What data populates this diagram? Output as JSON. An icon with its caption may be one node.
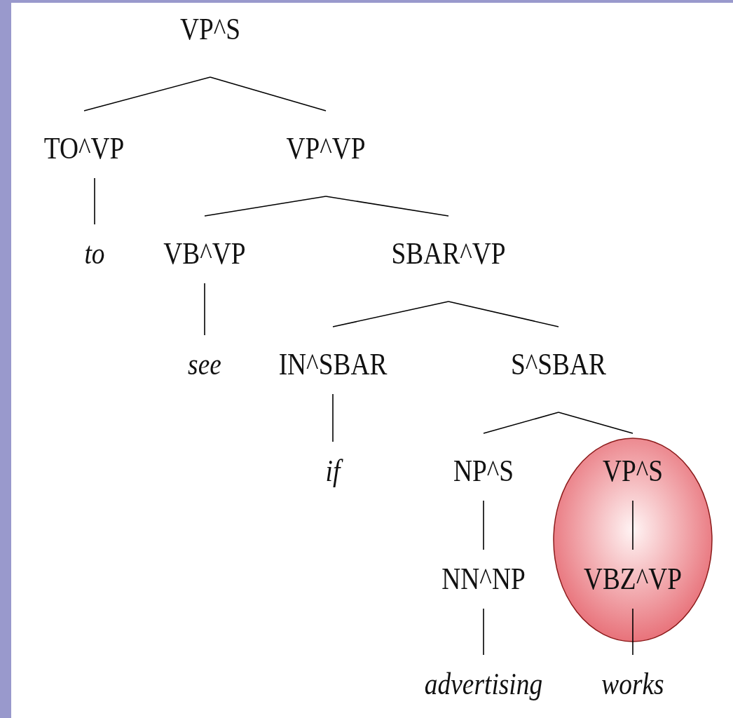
{
  "diagram": {
    "nodes": [
      {
        "text": [
          "VP^S"
        ]
      },
      {
        "text": [
          "TO^VP"
        ]
      },
      {
        "text": [
          "VP^VP"
        ]
      },
      {
        "text": [
          "to"
        ]
      },
      {
        "text": [
          "VB^VP"
        ]
      },
      {
        "text": [
          "SBAR^VP"
        ]
      },
      {
        "text": [
          "see"
        ]
      },
      {
        "text": [
          "IN^SBAR"
        ]
      },
      {
        "text": [
          "S^SBAR"
        ]
      },
      {
        "text": [
          "if"
        ]
      },
      {
        "text": [
          "NP^S"
        ]
      },
      {
        "text": [
          "VP^S"
        ]
      },
      {
        "text": [
          "NN^NP"
        ]
      },
      {
        "text": [
          "VBZ^VP"
        ]
      },
      {
        "text": [
          "advertising"
        ]
      },
      {
        "text": [
          "works"
        ]
      }
    ],
    "edges": [
      {
        "from": 0,
        "to": 1,
        "arrow": "none"
      },
      {
        "from": 0,
        "to": 2,
        "arrow": "none"
      },
      {
        "from": 1,
        "to": 3,
        "arrow": "none"
      },
      {
        "from": 2,
        "to": 4,
        "arrow": "none"
      },
      {
        "from": 2,
        "to": 5,
        "arrow": "none"
      },
      {
        "from": 4,
        "to": 6,
        "arrow": "none"
      },
      {
        "from": 5,
        "to": 7,
        "arrow": "none"
      },
      {
        "from": 5,
        "to": 8,
        "arrow": "none"
      },
      {
        "from": 7,
        "to": 9,
        "arrow": "none"
      },
      {
        "from": 8,
        "to": 10,
        "arrow": "none"
      },
      {
        "from": 8,
        "to": 11,
        "arrow": "none"
      },
      {
        "from": 10,
        "to": 12,
        "arrow": "none"
      },
      {
        "from": 11,
        "to": 13,
        "arrow": "none"
      },
      {
        "from": 12,
        "to": 14,
        "arrow": "none"
      },
      {
        "from": 13,
        "to": 15,
        "arrow": "none"
      }
    ]
  }
}
